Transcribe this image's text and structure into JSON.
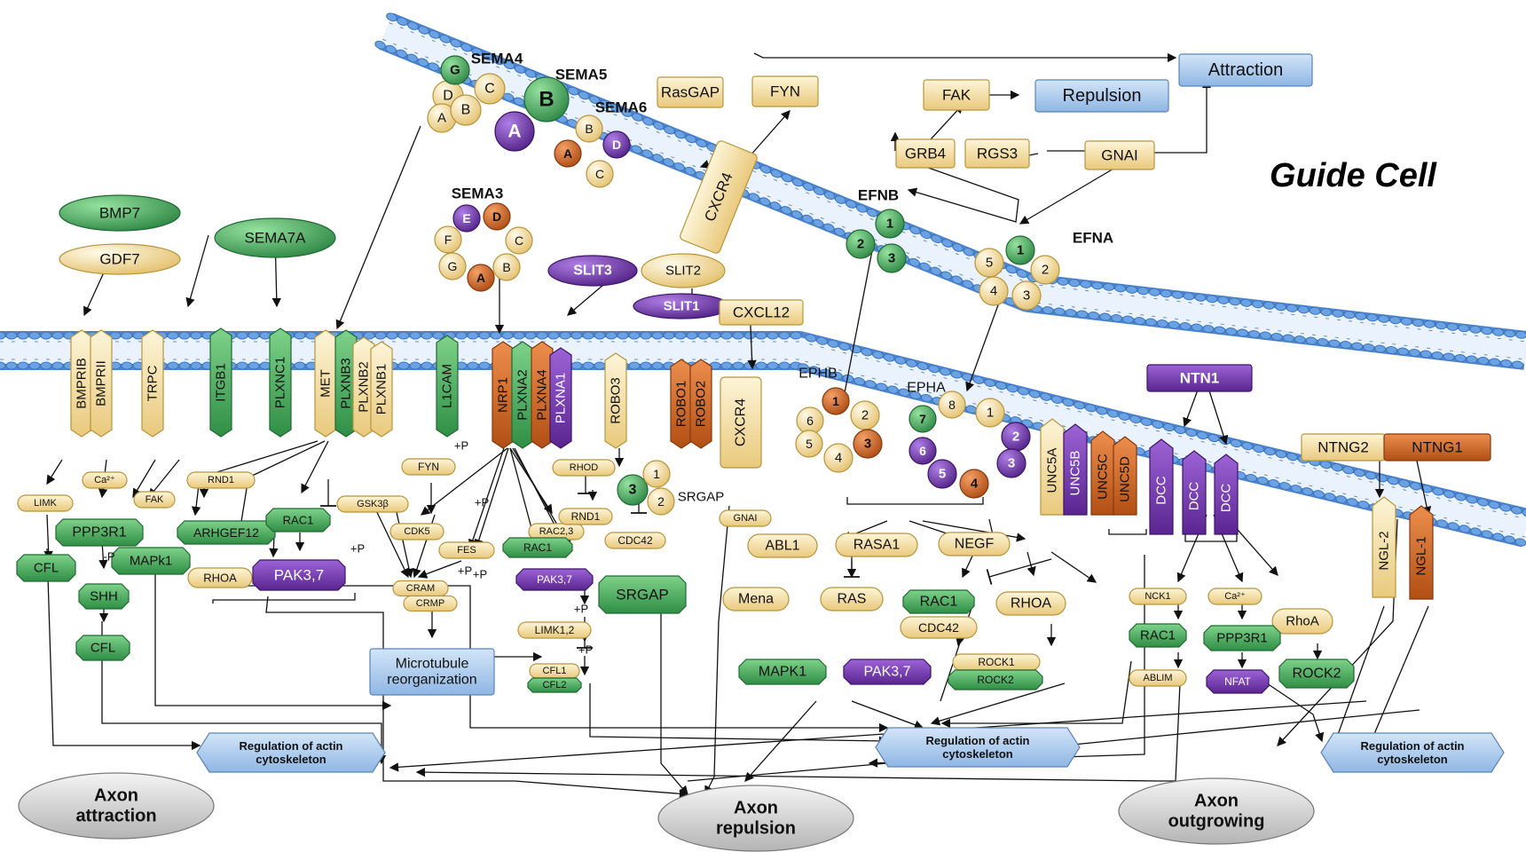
{
  "title": "Guide Cell",
  "ligands": {
    "sema4": "SEMA4",
    "sema5": "SEMA5",
    "sema6": "SEMA6",
    "sema3": "SEMA3",
    "efnb": "EFNB",
    "efna": "EFNA",
    "slit3": "SLIT3",
    "slit2": "SLIT2",
    "slit1": "SLIT1",
    "cxcl12": "CXCL12",
    "bmp7": "BMP7",
    "gdf7": "GDF7",
    "sema7a": "SEMA7A",
    "ntn1": "NTN1",
    "ntng2": "NTNG2",
    "ntng1": "NTNG1"
  },
  "receptors": [
    "BMPRIB",
    "BMPRII",
    "TRPC",
    "ITGB1",
    "PLXNC1",
    "MET",
    "PLXNB3",
    "PLXNB2",
    "PLXNB1",
    "L1CAM",
    "NRP1",
    "PLXNA2",
    "PLXNA4",
    "PLXNA1",
    "ROBO3",
    "ROBO1",
    "ROBO2",
    "CXCR4",
    "UNC5A",
    "UNC5B",
    "UNC5C",
    "UNC5D",
    "DCC",
    "DCC",
    "DCC",
    "NGL-2",
    "NGL-1"
  ],
  "receptor_labels": {
    "ephb": "EPHB",
    "epha": "EPHA",
    "srgap": "SRGAP",
    "guide_cxcr4": "CXCR4"
  },
  "guide_cell": [
    "RasGAP",
    "FYN",
    "FAK",
    "GRB4",
    "RGS3",
    "GNAI"
  ],
  "outcomes": {
    "attraction": "Attraction",
    "repulsion": "Repulsion",
    "microtubule": "Microtubule reorganization",
    "actin1": "Regulation of actin cytoskeleton",
    "actin2": "Regulation of actin cytoskeleton",
    "actin3": "Regulation of actin cytoskeleton",
    "axon_attraction": "Axon attraction",
    "axon_repulsion": "Axon repulsion",
    "axon_outgrowing": "Axon outgrowing"
  },
  "signaling": [
    "LIMK",
    "Ca²⁺",
    "FAK",
    "RND1",
    "PPP3R1",
    "CFL",
    "MAPk1",
    "SHH",
    "CFL",
    "ARHGEF12",
    "RAC1",
    "RHOA",
    "PAK3,7",
    "GSK3β",
    "FYN",
    "CDK5",
    "FES",
    "CRAM",
    "CRMP",
    "RAC2,3",
    "RAC1",
    "PAK3,7",
    "LIMK1,2",
    "CFL1",
    "CFL2",
    "RHOD",
    "RND1",
    "CDC42",
    "GNAI",
    "SRGAP",
    "ABL1",
    "RASA1",
    "NEGF",
    "Mena",
    "RAS",
    "RAC1",
    "RHOA",
    "CDC42",
    "MAPK1",
    "PAK3,7",
    "ROCK1",
    "ROCK2",
    "NCK1",
    "Ca²⁺",
    "RhoA",
    "RAC1",
    "PPP3R1",
    "ABLIM",
    "NFAT",
    "ROCK2"
  ],
  "small_labels": [
    "+P",
    "+P",
    "+P",
    "+P",
    "+P",
    "+P",
    "-P",
    "+P"
  ],
  "circle_letters": [
    "G",
    "D",
    "A",
    "C",
    "B",
    "B",
    "A",
    "B",
    "D",
    "A",
    "C",
    "E",
    "D",
    "F",
    "C",
    "G",
    "B",
    "A",
    "1",
    "2",
    "3",
    "5",
    "1",
    "2",
    "4",
    "3",
    "1",
    "6",
    "2",
    "5",
    "3",
    "4",
    "8",
    "1",
    "7",
    "2",
    "6",
    "3",
    "5",
    "4",
    "3",
    "1",
    "2"
  ],
  "colors": {
    "membrane": "#4f8fd6",
    "yellow": "#f6e0a0",
    "green": "#46a85a",
    "purple": "#6e32a8",
    "orange": "#cf6320",
    "blue": "#a9c8ec"
  }
}
